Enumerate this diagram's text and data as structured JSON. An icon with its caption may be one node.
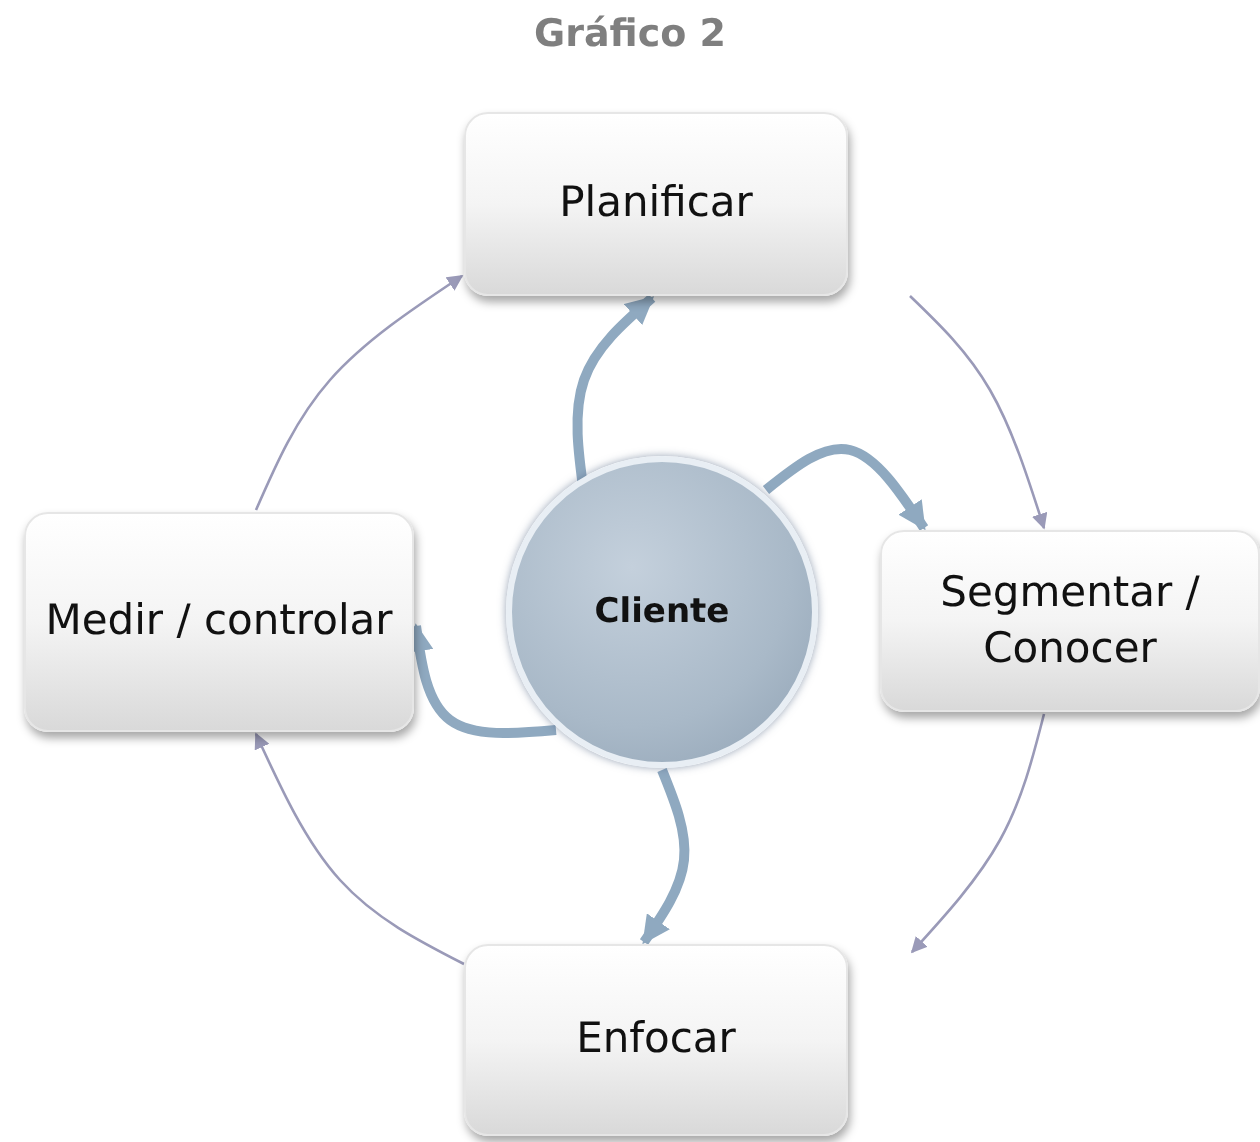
{
  "diagram": {
    "title": "Gráfico 2",
    "nodes": [
      {
        "text": [
          "Planificar"
        ]
      },
      {
        "text": [
          "Medir / controlar"
        ]
      },
      {
        "text": [
          "Cliente"
        ]
      },
      {
        "text": [
          "Segmentar / Conocer"
        ]
      },
      {
        "text": [
          "Enfocar"
        ]
      }
    ],
    "edges": [
      {
        "from": 0,
        "to": 3,
        "arrow": "to"
      },
      {
        "from": 3,
        "to": 4,
        "arrow": "to"
      },
      {
        "from": 4,
        "to": 1,
        "arrow": "to"
      },
      {
        "from": 1,
        "to": 0,
        "arrow": "to"
      },
      {
        "from": 2,
        "to": 0,
        "arrow": "to",
        "style": "thick",
        "color": "#8fa9c0"
      },
      {
        "from": 2,
        "to": 3,
        "arrow": "to",
        "style": "thick",
        "color": "#8fa9c0"
      },
      {
        "from": 2,
        "to": 4,
        "arrow": "to",
        "style": "thick",
        "color": "#8fa9c0"
      },
      {
        "from": 2,
        "to": 1,
        "arrow": "to",
        "style": "thick",
        "color": "#8fa9c0"
      }
    ]
  }
}
